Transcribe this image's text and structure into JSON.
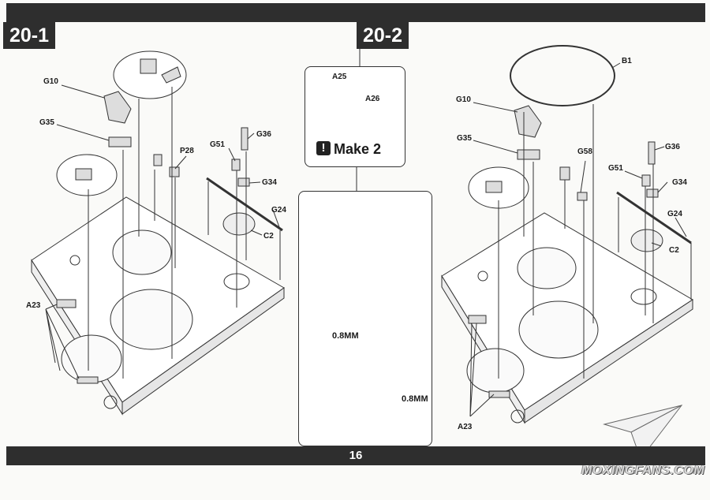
{
  "header": {
    "step_left": "20-1",
    "step_right": "20-2"
  },
  "footer": {
    "page_number": "16"
  },
  "left_callouts": {
    "g10": "G10",
    "g35": "G35",
    "p28": "P28",
    "g51": "G51",
    "g36": "G36",
    "g34": "G34",
    "g24": "G24",
    "c2": "C2",
    "a23": "A23"
  },
  "make_box": {
    "a25": "A25",
    "a26": "A26",
    "label": "Make 2"
  },
  "detail_box": {
    "measure_top": "0.8MM",
    "measure_bottom": "0.8MM"
  },
  "right_callouts": {
    "b1": "B1",
    "g10": "G10",
    "g35": "G35",
    "g58": "G58",
    "g36": "G36",
    "g51": "G51",
    "g34": "G34",
    "g24": "G24",
    "c2": "C2",
    "a23": "A23"
  },
  "watermark": {
    "text": "MOXINGFANS.COM"
  },
  "colors": {
    "bar": "#2e2e2e",
    "line": "#333333",
    "paper": "#fafaf8"
  }
}
